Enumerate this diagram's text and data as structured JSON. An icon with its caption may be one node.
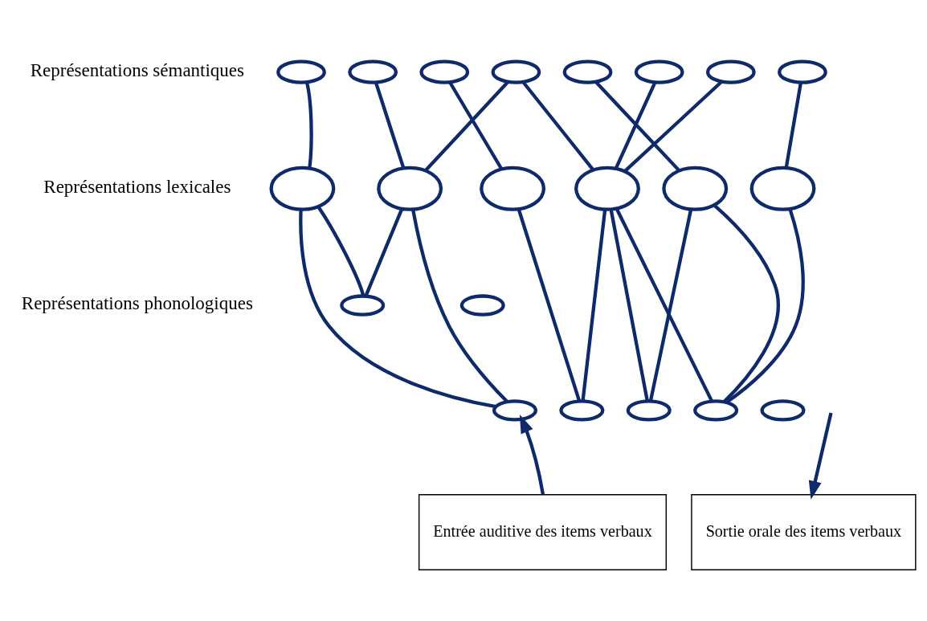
{
  "diagram": {
    "nodes": [
      {
        "text": [],
        "shape": "ellipse"
      },
      {
        "text": [],
        "shape": "ellipse"
      },
      {
        "text": [],
        "shape": "ellipse"
      },
      {
        "text": [],
        "shape": "ellipse"
      },
      {
        "text": [],
        "shape": "ellipse"
      },
      {
        "text": [],
        "shape": "ellipse"
      },
      {
        "text": [],
        "shape": "ellipse"
      },
      {
        "text": [],
        "shape": "ellipse"
      },
      {
        "text": [],
        "shape": "ellipse"
      },
      {
        "text": [],
        "shape": "ellipse"
      },
      {
        "text": [],
        "shape": "ellipse"
      },
      {
        "text": [],
        "shape": "ellipse"
      },
      {
        "text": [],
        "shape": "ellipse"
      },
      {
        "text": [],
        "shape": "ellipse"
      },
      {
        "text": [],
        "shape": "ellipse"
      },
      {
        "text": [],
        "shape": "ellipse"
      },
      {
        "text": [],
        "shape": "ellipse"
      },
      {
        "text": [],
        "shape": "ellipse"
      },
      {
        "text": [],
        "shape": "ellipse"
      },
      {
        "text": [],
        "shape": "ellipse"
      },
      {
        "text": [],
        "shape": "ellipse"
      },
      {
        "text": [
          "Entrée auditive des items verbaux"
        ]
      },
      {
        "text": [
          "Sortie orale des items verbaux"
        ]
      }
    ],
    "edges": [
      {
        "from": 0,
        "to": 8,
        "arrow": "none"
      },
      {
        "from": 1,
        "to": 9,
        "arrow": "none"
      },
      {
        "from": 2,
        "to": 10,
        "arrow": "none"
      },
      {
        "from": 3,
        "to": 9,
        "arrow": "none"
      },
      {
        "from": 3,
        "to": 11,
        "arrow": "none"
      },
      {
        "from": 4,
        "to": 12,
        "arrow": "none"
      },
      {
        "from": 5,
        "to": 11,
        "arrow": "none"
      },
      {
        "from": 6,
        "to": 11,
        "arrow": "none"
      },
      {
        "from": 7,
        "to": 13,
        "arrow": "none"
      },
      {
        "from": 8,
        "to": 16,
        "arrow": "none"
      },
      {
        "from": 8,
        "to": 14,
        "arrow": "none"
      },
      {
        "from": 9,
        "to": 16,
        "arrow": "none"
      },
      {
        "from": 9,
        "to": 14,
        "arrow": "none"
      },
      {
        "from": 10,
        "to": 17,
        "arrow": "none"
      },
      {
        "from": 11,
        "to": 17,
        "arrow": "none"
      },
      {
        "from": 11,
        "to": 18,
        "arrow": "none"
      },
      {
        "from": 11,
        "to": 19,
        "arrow": "none"
      },
      {
        "from": 12,
        "to": 18,
        "arrow": "none"
      },
      {
        "from": 12,
        "to": 19,
        "arrow": "none"
      },
      {
        "from": 13,
        "to": 19,
        "arrow": "none"
      },
      {
        "from": 21,
        "to": 16,
        "arrow": "to"
      },
      {
        "from": null,
        "to": 22,
        "arrow": "to"
      }
    ],
    "labels": [
      "Représentations sémantiques",
      "Représentations lexicales",
      "Représentations phonologiques"
    ]
  }
}
